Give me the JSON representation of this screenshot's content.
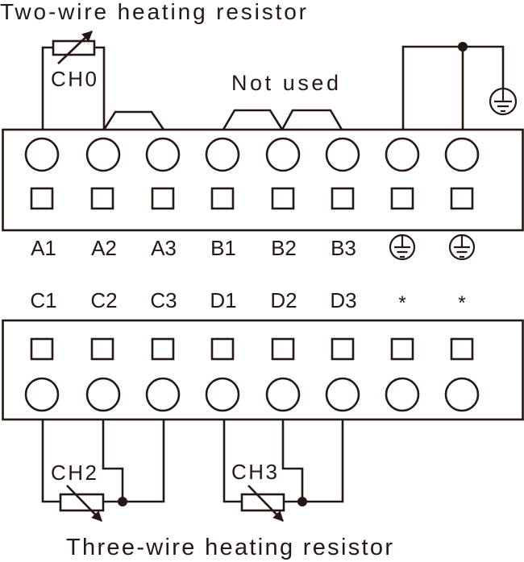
{
  "titles": {
    "top": "Two-wire heating resistor",
    "bottom": "Three-wire heating resistor"
  },
  "annotations": {
    "not_used": "Not used"
  },
  "top_block": {
    "terminals": [
      {
        "label": "A1"
      },
      {
        "label": "A2"
      },
      {
        "label": "A3"
      },
      {
        "label": "B1"
      },
      {
        "label": "B2"
      },
      {
        "label": "B3"
      },
      {
        "label": null,
        "icon": "ground-icon"
      },
      {
        "label": null,
        "icon": "ground-icon"
      }
    ]
  },
  "bottom_block": {
    "terminals": [
      {
        "label": "C1"
      },
      {
        "label": "C2"
      },
      {
        "label": "C3"
      },
      {
        "label": "D1"
      },
      {
        "label": "D2"
      },
      {
        "label": "D3"
      },
      {
        "label": "*"
      },
      {
        "label": "*"
      }
    ]
  },
  "channels": [
    {
      "label": "CH0",
      "type": "two-wire",
      "terminals": [
        "A1",
        "A2"
      ]
    },
    {
      "label": "CH2",
      "type": "three-wire",
      "terminals": [
        "C1",
        "C2",
        "C3"
      ]
    },
    {
      "label": "CH3",
      "type": "three-wire",
      "terminals": [
        "D1",
        "D2",
        "D3"
      ]
    }
  ],
  "jumpers": [
    [
      "A2",
      "A3"
    ],
    [
      "B1",
      "B2"
    ],
    [
      "B2",
      "B3"
    ]
  ],
  "ground": {
    "icon": "ground-icon",
    "bridged_terminals": 2
  },
  "colors": {
    "line": "#231815",
    "background": "#ffffff"
  }
}
